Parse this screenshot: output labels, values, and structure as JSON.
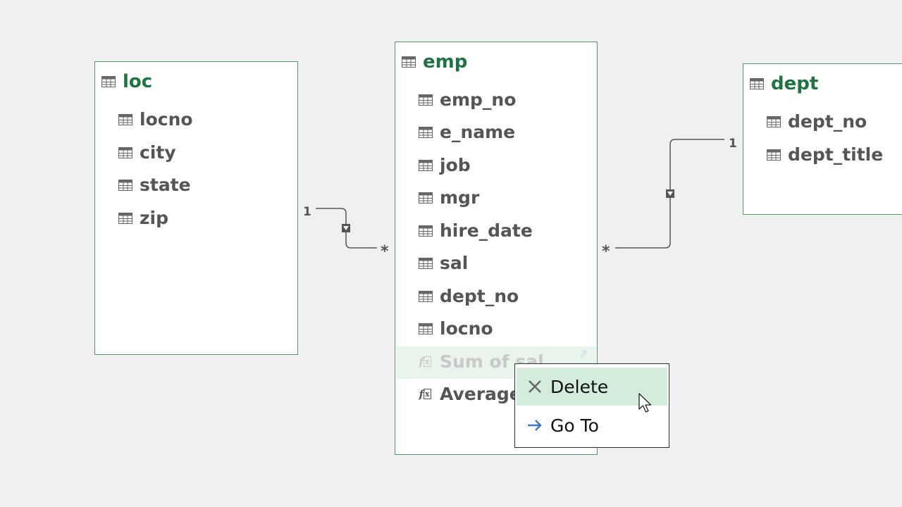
{
  "colors": {
    "title": "#1f7340",
    "border": "#4f9a6b",
    "field_text": "#555555",
    "menu_highlight": "#d3ecdc"
  },
  "tables": {
    "loc": {
      "title": "loc",
      "fields": [
        "locno",
        "city",
        "state",
        "zip"
      ]
    },
    "emp": {
      "title": "emp",
      "fields": [
        "emp_no",
        "e_name",
        "job",
        "mgr",
        "hire_date",
        "sal",
        "dept_no",
        "locno"
      ],
      "measures": [
        "Sum of sal",
        "Average"
      ]
    },
    "dept": {
      "title": "dept",
      "fields": [
        "dept_no",
        "dept_title"
      ]
    }
  },
  "relationships": {
    "loc_emp": {
      "one": "1",
      "many": "*"
    },
    "dept_emp": {
      "one": "1",
      "many": "*"
    }
  },
  "context_menu": {
    "items": [
      {
        "label": "Delete",
        "icon": "close-icon"
      },
      {
        "label": "Go To",
        "icon": "arrow-right-icon"
      }
    ]
  }
}
